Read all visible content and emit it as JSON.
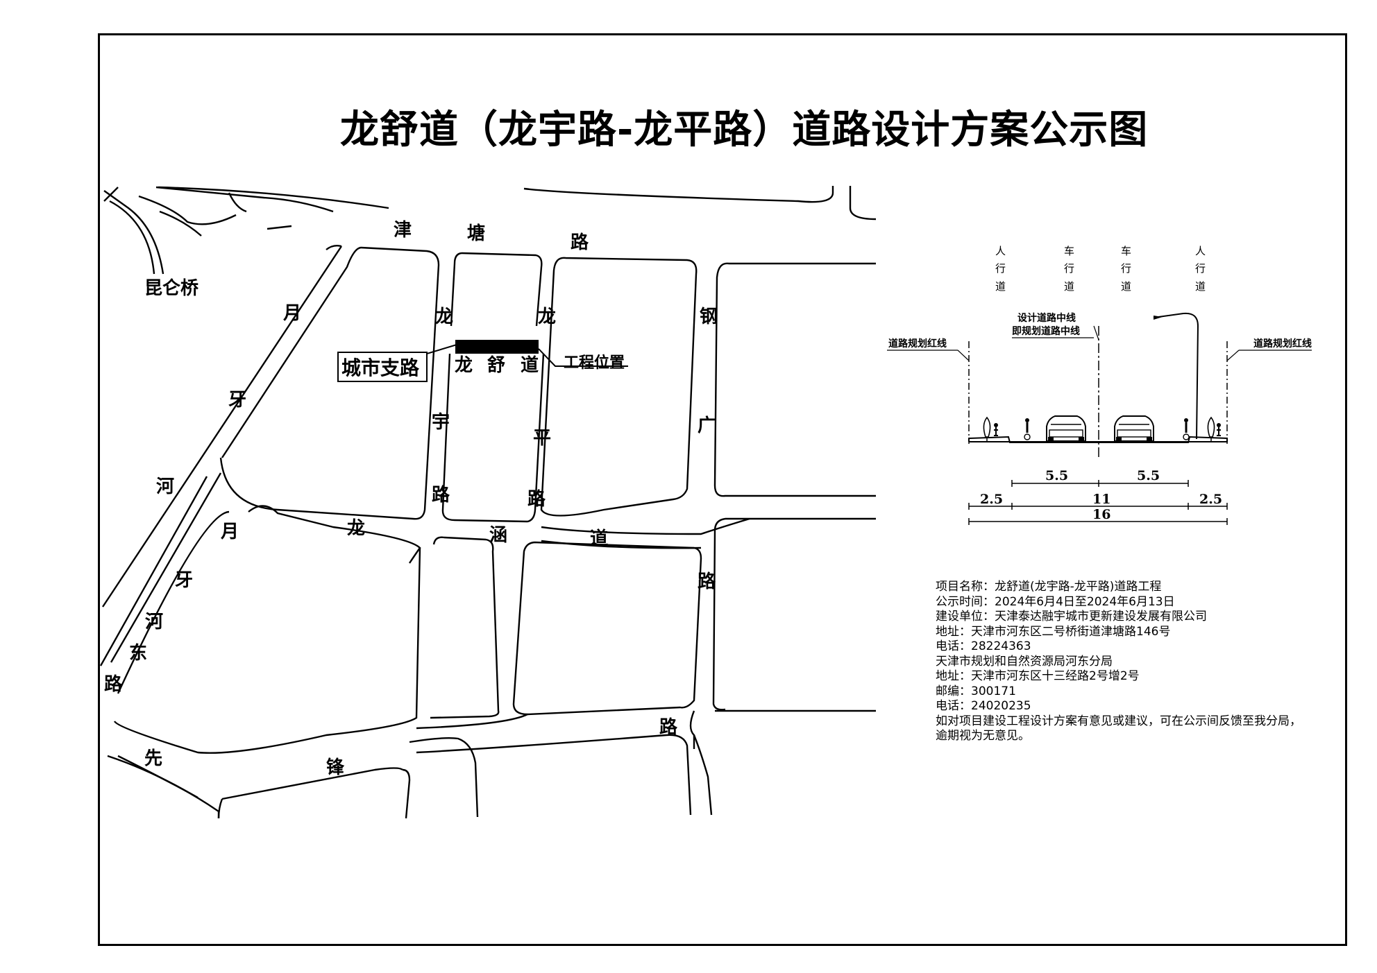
{
  "title": "龙舒道（龙宇路-龙平路）道路设计方案公示图",
  "map": {
    "roads": {
      "jintang": [
        "津",
        "塘",
        "路"
      ],
      "yueyahe": [
        "月",
        "牙",
        "河"
      ],
      "yueyahe_east": [
        "月",
        "牙",
        "河",
        "东",
        "路"
      ],
      "longyu": [
        "龙",
        "宇",
        "路"
      ],
      "longping": [
        "龙",
        "平",
        "路"
      ],
      "longshu": [
        "龙",
        "舒",
        "道"
      ],
      "longhan": [
        "龙",
        "涵",
        "道"
      ],
      "gangguang": [
        "钢",
        "广",
        "路"
      ],
      "xianfeng": [
        "先",
        "锋",
        "路"
      ]
    },
    "bridge": "昆仑桥",
    "road_class": "城市支路",
    "project_location": "工程位置"
  },
  "section": {
    "lanes": [
      {
        "label": "人行道"
      },
      {
        "label": "车行道"
      },
      {
        "label": "车行道"
      },
      {
        "label": "人行道"
      }
    ],
    "red_line_left": "道路规划红线",
    "red_line_right": "道路规划红线",
    "centerline_1": "设计道路中线",
    "centerline_2": "即规划道路中线",
    "dims_row1": [
      "5.5",
      "5.5"
    ],
    "dims_row2": [
      "2.5",
      "11",
      "2.5"
    ],
    "dims_row3": [
      "16"
    ]
  },
  "info": {
    "project_name": "项目名称：龙舒道(龙宇路-龙平路)道路工程",
    "period": "公示时间：2024年6月4日至2024年6月13日",
    "builder": "建设单位：天津泰达融宇城市更新建设发展有限公司",
    "builder_address": "地址：天津市河东区二号桥街道津塘路146号",
    "builder_phone": "电话：28224363",
    "bureau": "天津市规划和自然资源局河东分局",
    "bureau_address": "地址：天津市河东区十三经路2号增2号",
    "postcode": "邮编：300171",
    "bureau_phone": "电话：24020235",
    "note": "如对项目建设工程设计方案有意见或建议，可在公示间反馈至我分局，逾期视为无意见。"
  }
}
